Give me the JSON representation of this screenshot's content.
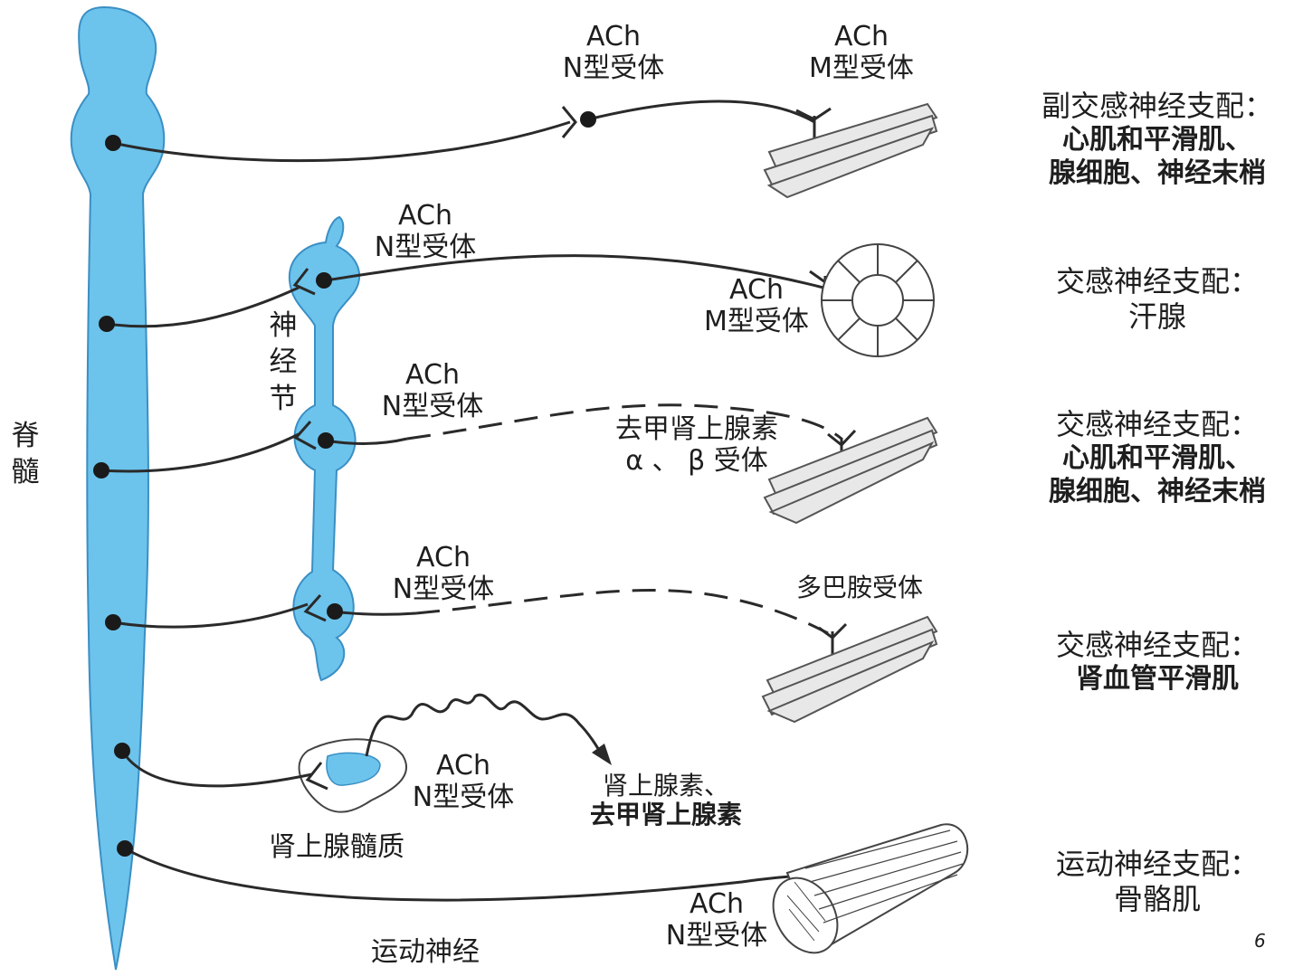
{
  "spinal_cord": {
    "label": [
      "脊",
      "髓"
    ]
  },
  "ganglion": {
    "label": [
      "神",
      "经",
      "节"
    ]
  },
  "pathways": [
    {
      "id": "parasympathetic",
      "pre_receptor": {
        "transmitter": "ACh",
        "receptor": "N型受体"
      },
      "post_receptor": {
        "transmitter": "ACh",
        "receptor": "M型受体"
      },
      "target": {
        "title": "副交感神经支配：",
        "lines": [
          "心肌和平滑肌、",
          "腺细胞、神经末梢"
        ]
      }
    },
    {
      "id": "sympathetic-sweat",
      "pre_receptor": {
        "transmitter": "ACh",
        "receptor": "N型受体"
      },
      "post_receptor": {
        "transmitter": "ACh",
        "receptor": "M型受体"
      },
      "target": {
        "title": "交感神经支配：",
        "lines": [
          "汗腺"
        ]
      }
    },
    {
      "id": "sympathetic-muscle",
      "pre_receptor": {
        "transmitter": "ACh",
        "receptor": "N型受体"
      },
      "post_receptor": {
        "transmitter": "去甲肾上腺素",
        "receptor": "α 、 β 受体"
      },
      "target": {
        "title": "交感神经支配：",
        "lines": [
          "心肌和平滑肌、",
          "腺细胞、神经末梢"
        ]
      }
    },
    {
      "id": "sympathetic-renal",
      "pre_receptor": {
        "transmitter": "ACh",
        "receptor": "N型受体"
      },
      "post_receptor": {
        "receptor": "多巴胺受体"
      },
      "target": {
        "title": "交感神经支配：",
        "lines": [
          "肾血管平滑肌"
        ]
      }
    },
    {
      "id": "adrenal-medulla",
      "organ": "肾上腺髓质",
      "pre_receptor": {
        "transmitter": "ACh",
        "receptor": "N型受体"
      },
      "release": [
        "肾上腺素、",
        "去甲肾上腺素"
      ]
    },
    {
      "id": "motor",
      "nerve": "运动神经",
      "post_receptor": {
        "transmitter": "ACh",
        "receptor": "N型受体"
      },
      "target": {
        "title": "运动神经支配：",
        "lines": [
          "骨骼肌"
        ]
      }
    }
  ],
  "page_number": "6",
  "colors": {
    "nerve_blue": "#6cc3ec",
    "nerve_outline": "#3a8fc4",
    "line": "#2a2a2a"
  }
}
